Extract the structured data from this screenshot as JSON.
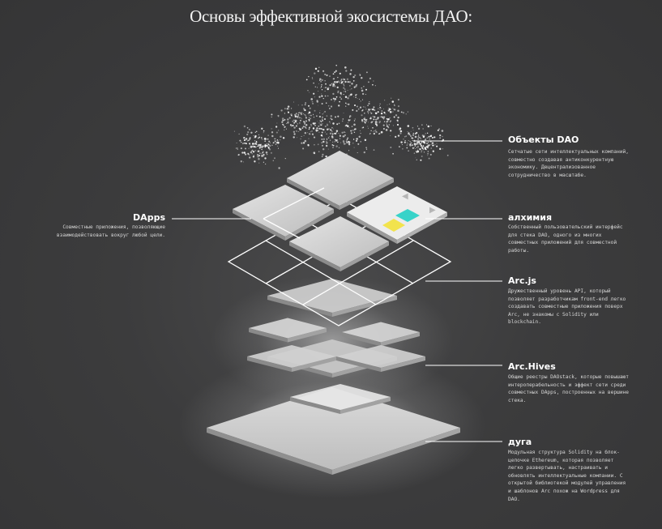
{
  "title": "Основы эффективной экосистемы ДАО:",
  "layers": [
    {
      "name": "Объекты DAO",
      "description": "Сетчатые сети интеллектуальных компаний, совместно создавая антиконкурентную экономику. Децентрализованное сотрудничество в масштабе."
    },
    {
      "name": "алхимия",
      "description": "Собственный пользовательский интерфейс для стека DAO, одного из многих совместных приложений для совместной работы."
    },
    {
      "name": "Arc.js",
      "description": "Дружественный уровень API, который позволяет разработчикам front-end легко создавать совместные приложения поверх Arc, не знакомы с Solidity или blockchain."
    },
    {
      "name": "Arc.Hives",
      "description": "Общие реестры DAOstack, которые повышают интероперабельность и эффект сети среди совместных DApps, построенных на вершине стека."
    },
    {
      "name": "дуга",
      "description": "Модульная структура Solidity на блок-цепочке Ethereum, которая позволяет легко развертывать, настраивать и обновлять интеллектуальные компании. С открытой библиотекой модулей управления и шаблонов Arc похож на Wordpress для DAO."
    }
  ],
  "dapps": {
    "name": "DApps",
    "description": "Совместные приложения, позволяющие взаимодействовать вокруг любой цели."
  },
  "colors": {
    "background": "#3c3c3d",
    "panel": "#c9c9c9",
    "outline": "#ffffff",
    "teal_button": "#37d3c9",
    "yellow_button": "#f2e34d"
  },
  "icons": [
    "left-arrow-icon",
    "right-arrow-icon"
  ]
}
